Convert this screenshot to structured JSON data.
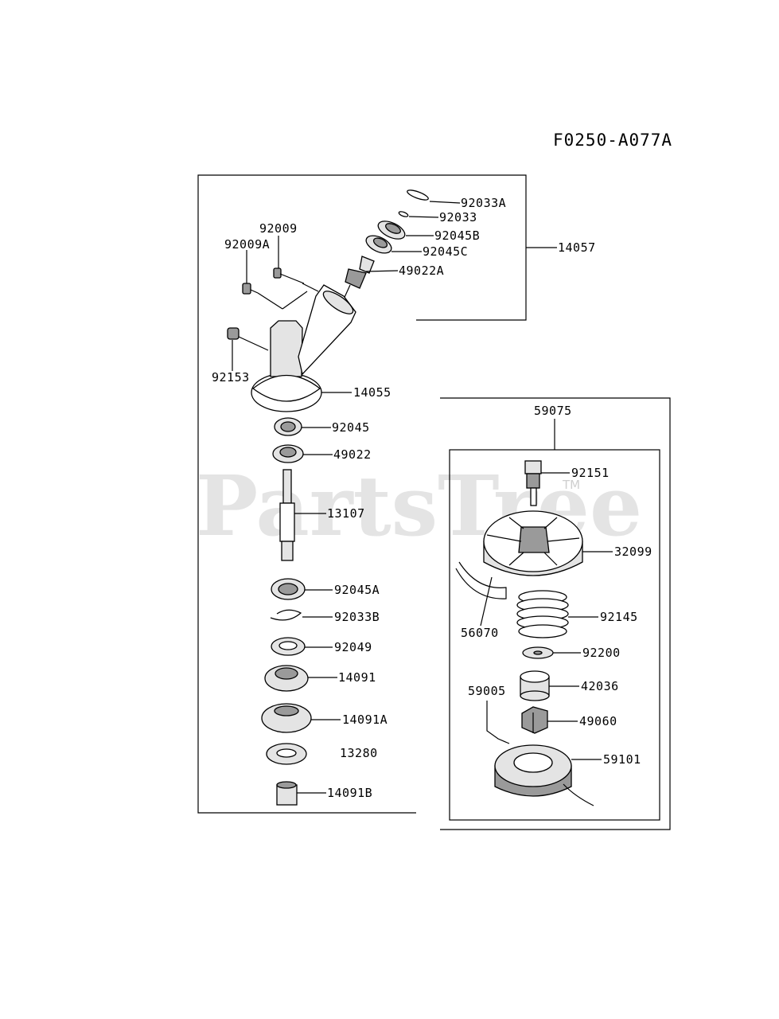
{
  "diagram": {
    "reference_code": "F0250-A077A",
    "watermark": "PartsTree",
    "watermark_tm": "TM",
    "callouts": {
      "p92033A": "92033A",
      "p92033": "92033",
      "p92045B": "92045B",
      "p92045C": "92045C",
      "p49022A": "49022A",
      "p14057": "14057",
      "p92009": "92009",
      "p92009A": "92009A",
      "p92153": "92153",
      "p14055": "14055",
      "p92045": "92045",
      "p49022": "49022",
      "p13107": "13107",
      "p92045A": "92045A",
      "p92033B": "92033B",
      "p92049": "92049",
      "p14091": "14091",
      "p14091A": "14091A",
      "p13280": "13280",
      "p14091B": "14091B",
      "p59075": "59075",
      "p92151": "92151",
      "p32099": "32099",
      "p56070": "56070",
      "p92145": "92145",
      "p92200": "92200",
      "p42036": "42036",
      "p59005": "59005",
      "p49060": "49060",
      "p59101": "59101"
    }
  }
}
